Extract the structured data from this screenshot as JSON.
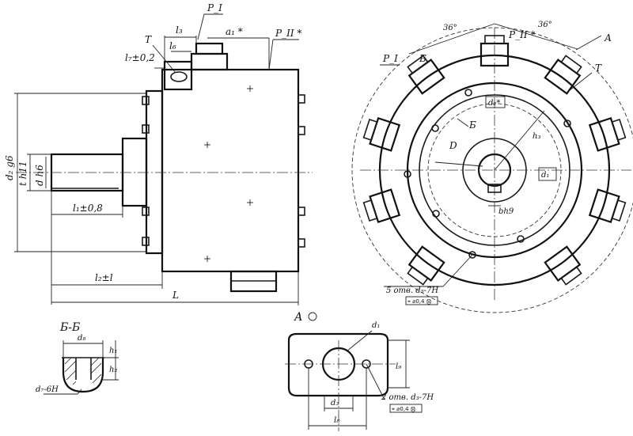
{
  "side_view": {
    "dims": {
      "d2": "d₂ g6",
      "h1": "t h11",
      "dh6": "d h6",
      "l1": "l₁±0,8",
      "l2": "l₂±l",
      "L": "L",
      "l3": "l₃",
      "l6": "l₆",
      "l7": "l₇±0,2",
      "a1": "a₁ *",
      "T": "T",
      "PI": "P_I",
      "PII": "P_II *"
    }
  },
  "front_view": {
    "angle1": "36°",
    "angle2": "36°",
    "PII": "P_II *",
    "PI": "P_I",
    "B": "Б",
    "A": "А",
    "T": "T",
    "d2star": "d₂*",
    "B2": "Б",
    "D": "D",
    "h3": "h₃",
    "d1": "d₁",
    "bh9": "bh9",
    "holes": "5 отв. d₅-7H",
    "tol": "⌖ ⌀0,4 Ⓜ"
  },
  "section_bb": {
    "title": "Б-Б",
    "d8": "d₈",
    "h1": "h₁",
    "h2": "h₂",
    "d7": "d₇-6H"
  },
  "view_a": {
    "title": "А",
    "d1": "d₁",
    "l9": "l₉",
    "holes": "2 отв. d₃-7H",
    "d3": "d₃",
    "l8": "l₈",
    "tol": "⌖ ⌀0,4 Ⓜ"
  }
}
